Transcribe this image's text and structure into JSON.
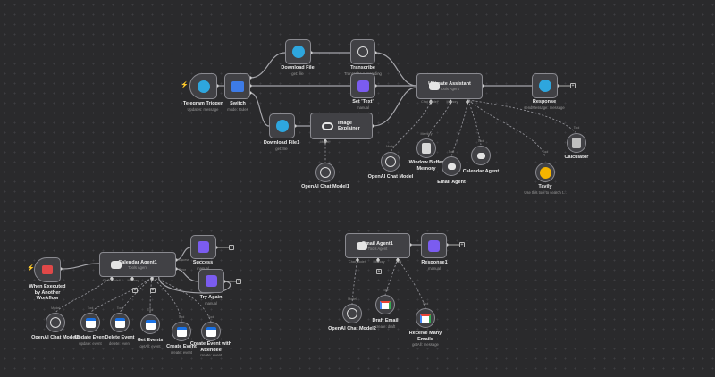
{
  "nodes": {
    "telegram_trigger": {
      "title": "Telegram Trigger",
      "subtitle": "Updates: message"
    },
    "switch": {
      "title": "Switch",
      "subtitle": "mode: Rules"
    },
    "download_file": {
      "title": "Download File",
      "subtitle": "get: file"
    },
    "transcribe": {
      "title": "Transcribe",
      "subtitle": "Transcribe a recording"
    },
    "set_text": {
      "title": "Set 'Text'",
      "subtitle": "manual"
    },
    "download_file1": {
      "title": "Download File1",
      "subtitle": "get: file"
    },
    "image_explainer": {
      "title": "Image Explainer",
      "port": "Model*"
    },
    "ultimate_assistant": {
      "title": "Ultimate Assistant",
      "subtitle": "Tools Agent",
      "ports": [
        "Chat Model*",
        "Memory",
        "Tool"
      ]
    },
    "response": {
      "title": "Response",
      "subtitle": "sendMessage: message"
    },
    "openai_chat_model1": {
      "title": "OpenAI Chat Model1"
    },
    "openai_chat_model": {
      "title": "OpenAI Chat Model",
      "port": "Model"
    },
    "window_buffer_memory": {
      "title": "Window Buffer Memory",
      "port": "Memory"
    },
    "email_agent": {
      "title": "Email Agent",
      "port": "Tool"
    },
    "calendar_agent": {
      "title": "Calendar Agent",
      "port": "Tool"
    },
    "tavily": {
      "title": "Tavily",
      "subtitle": "Use this tool to search t...",
      "port": "Tool"
    },
    "calculator": {
      "title": "Calculator",
      "port": "Tool"
    },
    "when_executed": {
      "title": "When Executed by Another Workflow"
    },
    "calendar_agent1": {
      "title": "Calendar Agent1",
      "subtitle": "Tools Agent",
      "ports": [
        "Chat Model*",
        "Memory",
        "Tool"
      ],
      "out_success": "Success",
      "out_error": "Error"
    },
    "success": {
      "title": "Success",
      "subtitle": "manual"
    },
    "try_again": {
      "title": "Try Again",
      "subtitle": "manual"
    },
    "openai_chat_model3": {
      "title": "OpenAI Chat Model3",
      "port": "Model"
    },
    "update_event": {
      "title": "Update Event",
      "subtitle": "update: event",
      "port": "Tool"
    },
    "delete_event": {
      "title": "Delete Event",
      "subtitle": "delete: event",
      "port": "Tool"
    },
    "get_events": {
      "title": "Get Events",
      "subtitle": "getAll: event",
      "port": "Tool"
    },
    "create_event": {
      "title": "Create Event",
      "subtitle": "create: event",
      "port": "Tool"
    },
    "create_event_attendee": {
      "title": "Create Event with Attendee",
      "subtitle": "create: event",
      "port": "Tool"
    },
    "email_agent1": {
      "title": "Email Agent1",
      "subtitle": "Tools Agent",
      "ports": [
        "Chat Model*",
        "Memory",
        "Tool"
      ]
    },
    "response1": {
      "title": "Response1",
      "subtitle": "manual"
    },
    "openai_chat_model2": {
      "title": "OpenAI Chat Model2",
      "port": "Model"
    },
    "draft_email": {
      "title": "Draft Email",
      "subtitle": "create: draft",
      "port": "Tool"
    },
    "receive_many_emails": {
      "title": "Receive Many Emails",
      "subtitle": "getAll: message",
      "port": "Tool"
    }
  },
  "glyphs": {
    "plus": "+",
    "bolt": "⚡"
  },
  "colors": {
    "canvas": "#2a2a2c",
    "node": "#414145",
    "wire": "#a5a5aa",
    "telegram": "#2ea6de",
    "accent": "#7b5cf0"
  }
}
